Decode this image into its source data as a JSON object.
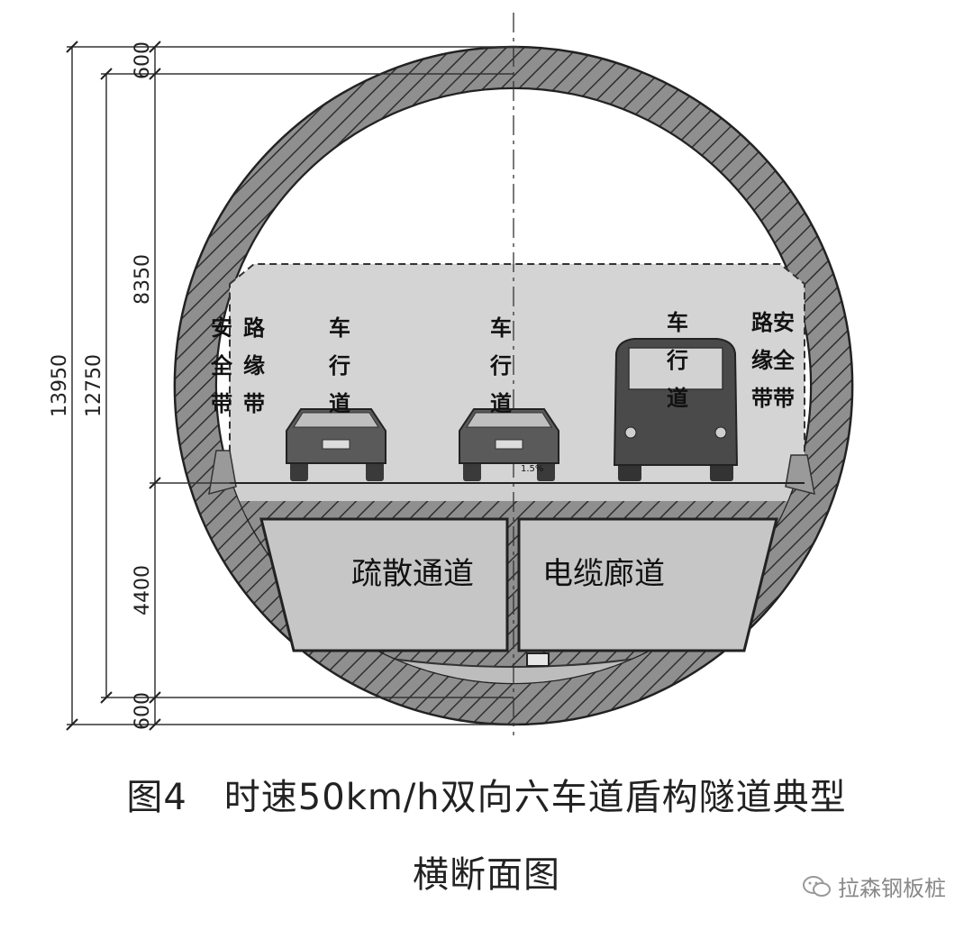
{
  "figure": {
    "caption_line1": "图4　时速50km/h双向六车道盾构隧道典型",
    "caption_line2": "横断面图",
    "watermark": "拉森钢板桩",
    "dimensions": {
      "top_lining": "600",
      "upper_clearance": "8350",
      "total_outer": "13950",
      "total_inner": "12750",
      "lower_space": "4400",
      "bottom_lining": "600"
    },
    "lane_labels": {
      "safety_left": "安全带",
      "curb_left": "路缘带",
      "lane1": "车行道",
      "lane2": "车行道",
      "lane3": "车行道",
      "curb_right": "路缘带",
      "safety_right": "安全带"
    },
    "slope_label": "1.5%",
    "lower_rooms": {
      "evacuation": "疏散通道",
      "cable": "电缆廊道"
    }
  }
}
